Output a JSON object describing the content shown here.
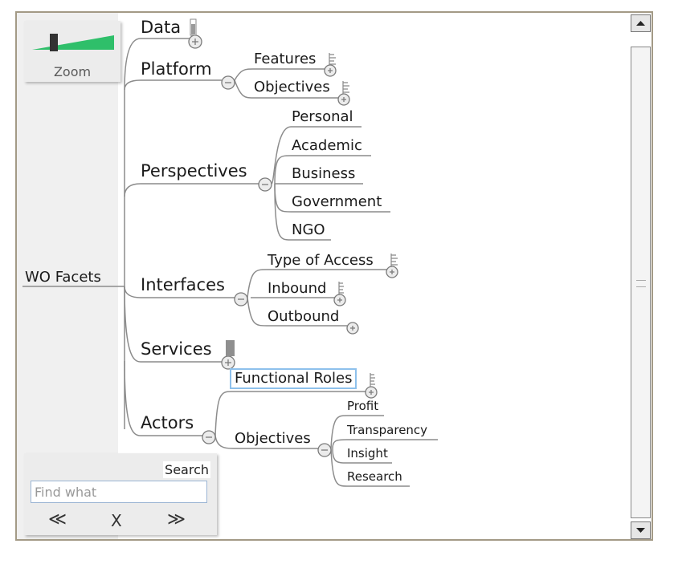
{
  "root": "WO Facets",
  "branches": [
    {
      "label": "Data"
    },
    {
      "label": "Platform",
      "children": [
        "Features",
        "Objectives"
      ]
    },
    {
      "label": "Perspectives",
      "children": [
        "Personal",
        "Academic",
        "Business",
        "Government",
        "NGO"
      ]
    },
    {
      "label": "Interfaces",
      "children": [
        "Type of Access",
        "Inbound",
        "Outbound"
      ]
    },
    {
      "label": "Services"
    },
    {
      "label": "Actors",
      "children": [
        "Functional Roles",
        "Objectives"
      ],
      "objectives_children": [
        "Profit",
        "Transparency",
        "Insight",
        "Research"
      ]
    }
  ],
  "zoom": {
    "label": "Zoom"
  },
  "search": {
    "title": "Search",
    "placeholder": "Find what",
    "prev": "≪",
    "clear": "X",
    "next": "≫"
  },
  "icons": {
    "expand": "plus-circle-icon",
    "collapse": "minus-circle-icon",
    "notes": "bars-icon"
  },
  "colors": {
    "frame": "#a39a86",
    "line": "#8c8c8c",
    "selection": "#8ec1ec",
    "zoom_bar": "#2fbf6a"
  }
}
